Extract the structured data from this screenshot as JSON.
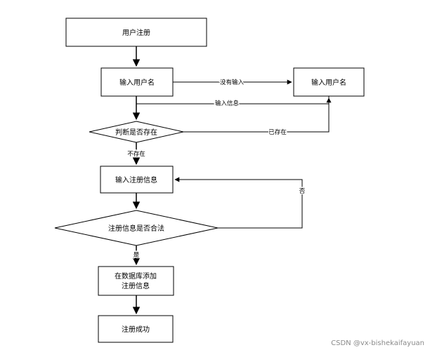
{
  "diagram": {
    "nodes": {
      "start": "用户注册",
      "input_username": "输入用户名",
      "input_username_right": "输入用户名",
      "check_exists": "判断是否存在",
      "input_reg_info": "输入注册信息",
      "check_valid": "注册信息是否合法",
      "add_db_line1": "在数据库添加",
      "add_db_line2": "注册信息",
      "success": "注册成功"
    },
    "edges": {
      "no_input": "没有输入",
      "input_info": "输入信息",
      "exists": "已存在",
      "not_exists": "不存在",
      "no": "否",
      "yes": "是"
    }
  },
  "watermark": "CSDN @vx-bishekaifayuan"
}
